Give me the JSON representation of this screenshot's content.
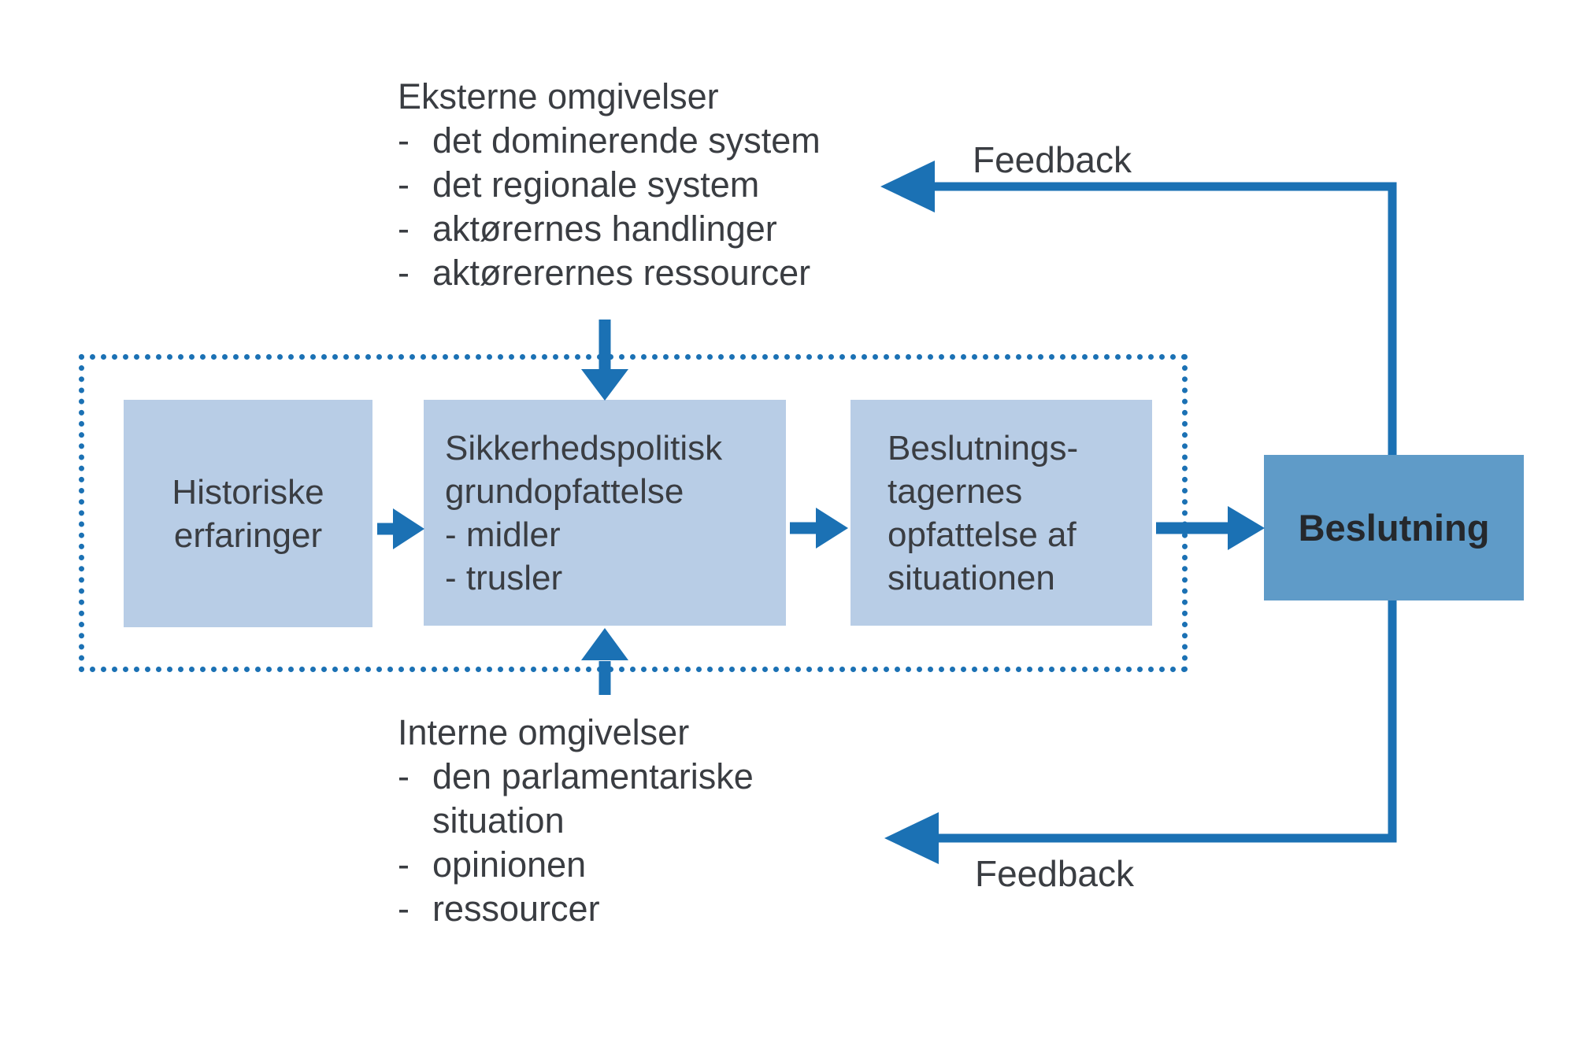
{
  "colors": {
    "line-blue": "#1b71b4",
    "box-light": "#b8cde6",
    "box-dark": "#5f9bc8",
    "text-dark": "#3a3d42",
    "bg": "#ffffff"
  },
  "external_env": {
    "title": "Eksterne omgivelser",
    "bullet": "-",
    "items": [
      "det dominerende system",
      "det regionale system",
      "aktørernes handlinger",
      "aktørerernes ressourcer"
    ]
  },
  "internal_env": {
    "title": "Interne omgivelser",
    "bullet": "-",
    "items": [
      "den parlamentariske situation",
      "opinionen",
      "ressourcer"
    ]
  },
  "process_boxes": {
    "historical": {
      "lines": [
        "Historiske",
        "erfaringer"
      ]
    },
    "security": {
      "lines": [
        "Sikkerhedspolitisk",
        "grundopfattelse",
        "- midler",
        "- trusler"
      ]
    },
    "perception": {
      "lines": [
        "Beslutnings-",
        "tagernes",
        "opfattelse af",
        "situationen"
      ]
    }
  },
  "decision": {
    "label": "Beslutning"
  },
  "feedback": {
    "top_label": "Feedback",
    "bottom_label": "Feedback"
  }
}
